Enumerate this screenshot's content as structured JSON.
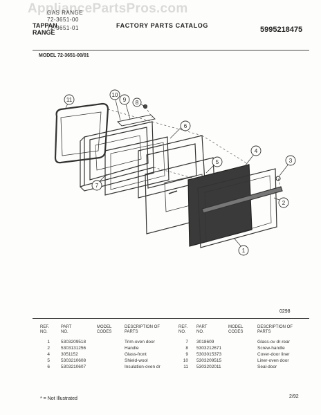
{
  "header": {
    "watermark": "AppliancePartsPros.com",
    "line1": "GAS RANGE",
    "line2": "72-3651-00",
    "line3": "72-3651-01",
    "brand_line1": "TAPPAN",
    "brand_line2": "RANGE",
    "catalog_title": "FACTORY PARTS CATALOG",
    "part_number": "5995218475"
  },
  "model_label": "MODEL 72-3651-00/01",
  "diagram": {
    "callouts": [
      "1",
      "2",
      "3",
      "4",
      "5",
      "6",
      "7",
      "8",
      "9",
      "10",
      "11"
    ],
    "code": "0298"
  },
  "table": {
    "headers": {
      "ref": "REF. NO.",
      "part": "PART NO.",
      "codes": "MODEL CODES",
      "desc": "DESCRIPTION OF PARTS"
    },
    "left_rows": [
      {
        "ref": "1",
        "part": "5303209518",
        "desc": "Trim-oven door"
      },
      {
        "ref": "2",
        "part": "5303131256",
        "desc": "Handle"
      },
      {
        "ref": "4",
        "part": "3051152",
        "desc": "Glass-front"
      },
      {
        "ref": "5",
        "part": "5303210608",
        "desc": "Shield-wool"
      },
      {
        "ref": "6",
        "part": "5303210607",
        "desc": "Insulation-oven dr"
      }
    ],
    "right_rows": [
      {
        "ref": "7",
        "part": "3018609",
        "desc": "Glass-ov dr-rear"
      },
      {
        "ref": "8",
        "part": "5303212671",
        "desc": "Screw-handle"
      },
      {
        "ref": "9",
        "part": "5303015373",
        "desc": "Cover-door liner"
      },
      {
        "ref": "10",
        "part": "5303209515",
        "desc": "Liner-oven door"
      },
      {
        "ref": "11",
        "part": "5303202011",
        "desc": "Seal-door"
      }
    ]
  },
  "footer": {
    "note": "* = Not Illustrated",
    "date": "2/92"
  }
}
